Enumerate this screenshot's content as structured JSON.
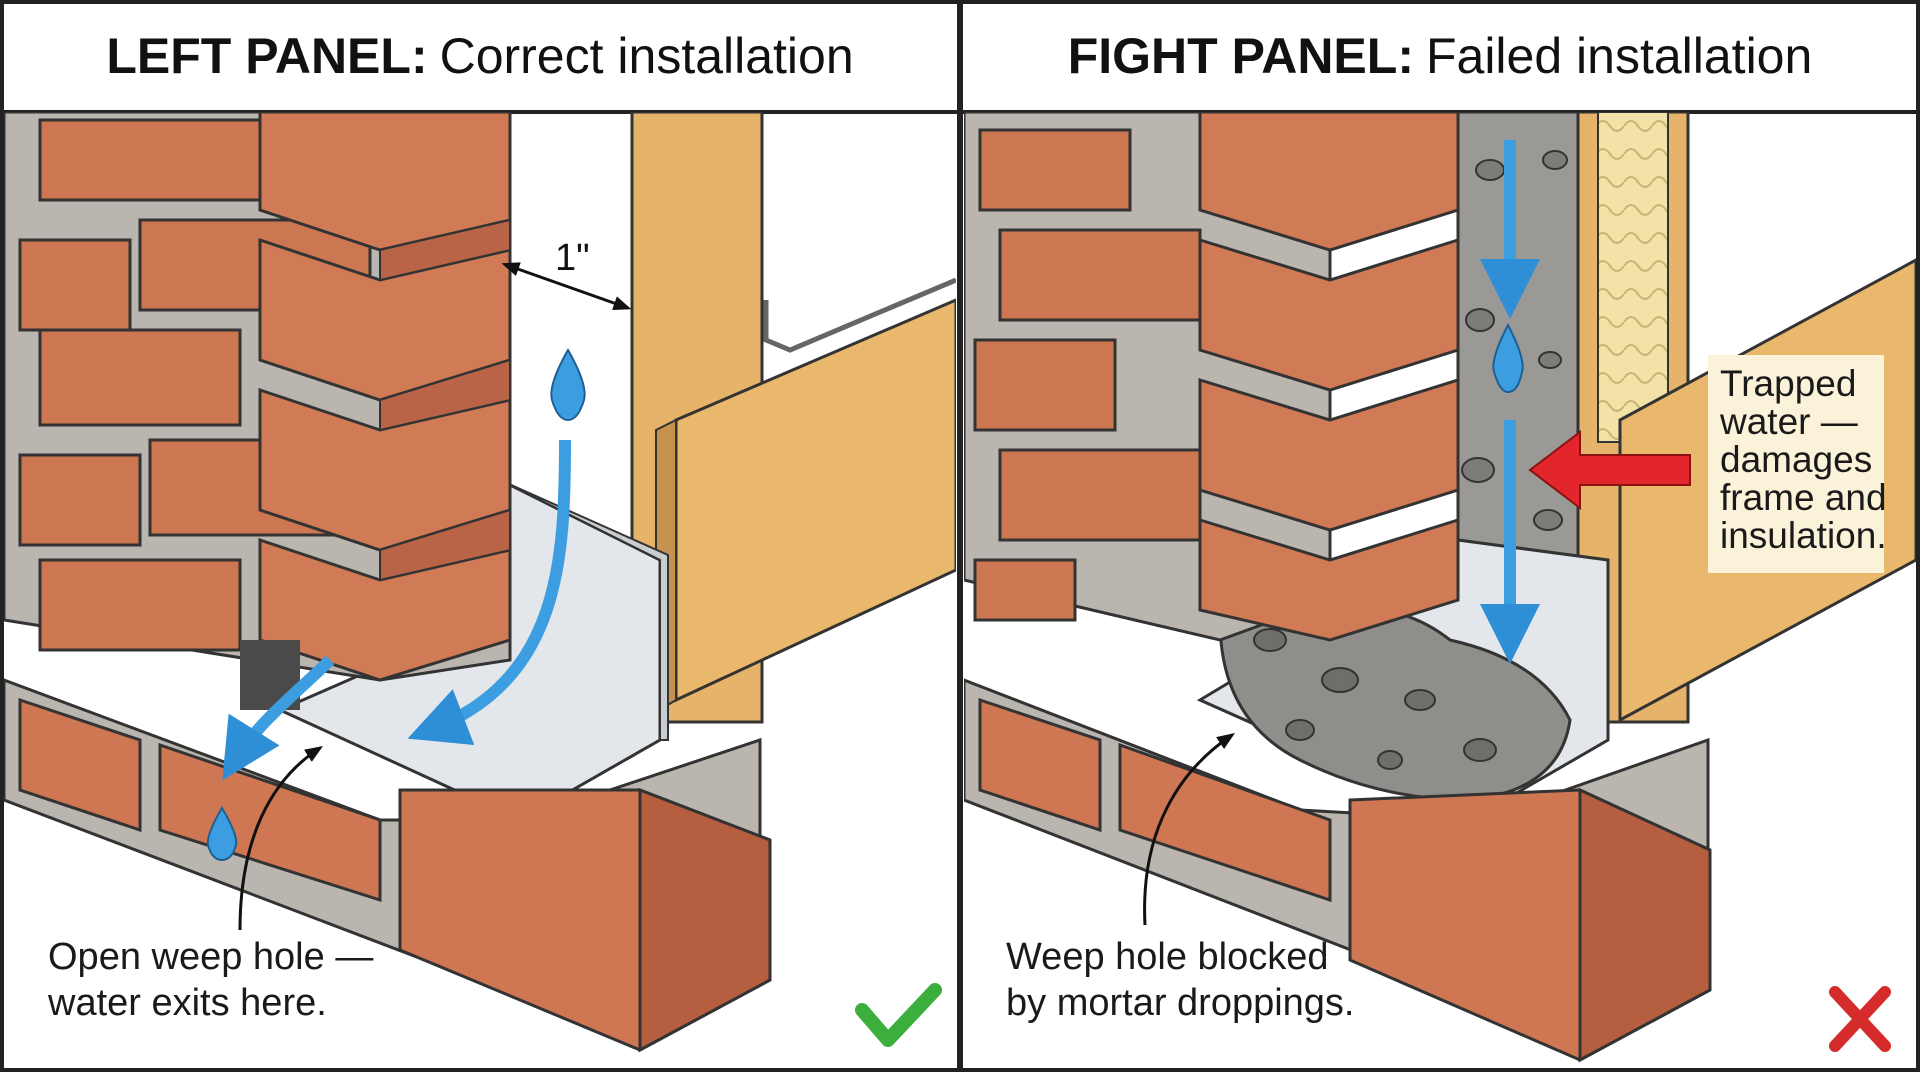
{
  "panels": {
    "left": {
      "title_bold": "LEFT PANEL:",
      "title_rest": "Correct installation",
      "gap_dimension": "1\"",
      "caption_line1": "Open weep hole —",
      "caption_line2": "water exits here.",
      "status_icon": "check-icon",
      "status_color": "#3cae3c"
    },
    "right": {
      "title_bold": "FIGHT PANEL:",
      "title_rest": "Failed installation",
      "caption_line1": "Weep hole blocked",
      "caption_line2": "by mortar droppings.",
      "note_lines": [
        "Trapped",
        "water —",
        "damages",
        "frame and",
        "insulation."
      ],
      "status_icon": "cross-icon",
      "status_color": "#d52b2b"
    }
  },
  "colors": {
    "brick": "#cd7652",
    "brick_dark": "#a9573a",
    "mortar": "#b9b6b0",
    "water": "#3c9ee0",
    "flashing": "#dfe2e6",
    "wood": "#e9b66a",
    "red_arrow": "#e3262c"
  }
}
